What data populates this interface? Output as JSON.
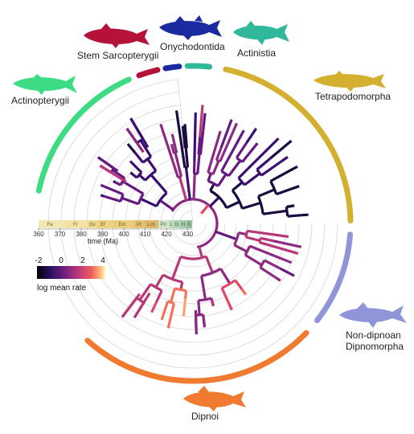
{
  "clades": {
    "actinopterygii": "Actinopterygii",
    "stem_sarcopterygii": "Stem Sarcopterygii",
    "onychodontida": "Onychodontida",
    "actinistia": "Actinistia",
    "tetrapodomorpha": "Tetrapodomorpha",
    "non_dipnoan_line1": "Non-dipnoan",
    "non_dipnoan_line2": "Dipnomorpha",
    "dipnoi": "Dipnoi"
  },
  "clade_colors": {
    "actinopterygii": "#3ddc84",
    "stem_sarcopterygii": "#b5123a",
    "onychodontida": "#1c2aa0",
    "actinistia": "#2fb89a",
    "tetrapodomorpha": "#d4b030",
    "non_dipnoan": "#8f95d8",
    "dipnoi": "#f07a30"
  },
  "time_axis": {
    "title": "time (Ma)",
    "ticks": [
      "360",
      "370",
      "380",
      "390",
      "400",
      "410",
      "420",
      "430"
    ],
    "periods": [
      "Fa",
      "Fr",
      "Gv",
      "Ef",
      "Em",
      "Pr",
      "Lch",
      "Pri",
      "L",
      "G",
      "H",
      "S"
    ]
  },
  "legend": {
    "title": "log mean rate",
    "ticks": [
      "-2",
      "0",
      "2",
      "4"
    ]
  }
}
